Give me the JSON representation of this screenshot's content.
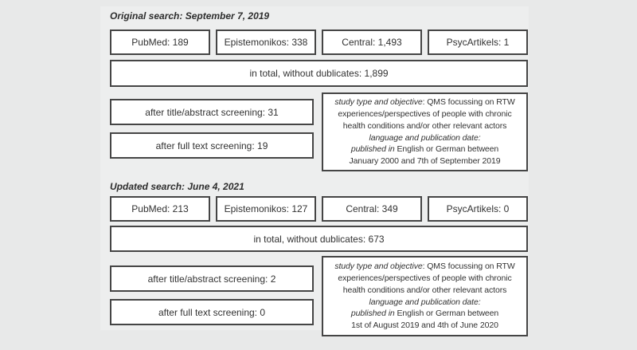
{
  "figure": {
    "colors": {
      "page_bg": "#e8e9e9",
      "panel_bg": "#edeeee",
      "border": "#454545",
      "text": "#323232",
      "hdr_text": "#2d2d2d",
      "box_bg": "#ffffff"
    },
    "sections": [
      {
        "header": "Original search: September 7, 2019",
        "databases": [
          "PubMed: 189",
          "Epistemonikos: 338",
          "Central: 1,493",
          "PsycArtikels: 1"
        ],
        "total": "in total, without dublicates: 1,899",
        "screening": [
          "after title/abstract screening: 31",
          "after full text screening: 19"
        ],
        "criteria_lines": [
          {
            "italic": "study type and objective",
            "plain": ": QMS focussing on RTW"
          },
          {
            "italic": "",
            "plain": "experiences/perspectives of people with chronic"
          },
          {
            "italic": "",
            "plain": "health conditions and/or other relevant actors"
          },
          {
            "italic": "language and publication date:",
            "plain": ""
          },
          {
            "italic": "published in",
            "plain": " English or German between"
          },
          {
            "italic": "",
            "plain": "January 2000 and 7th of September 2019"
          }
        ]
      },
      {
        "header": "Updated search: June 4, 2021",
        "databases": [
          "PubMed: 213",
          "Epistemonikos: 127",
          "Central: 349",
          "PsycArtikels: 0"
        ],
        "total": "in total, without dublicates: 673",
        "screening": [
          "after title/abstract screening: 2",
          "after full text screening: 0"
        ],
        "criteria_lines": [
          {
            "italic": "study type and objective",
            "plain": ": QMS focussing on RTW"
          },
          {
            "italic": "",
            "plain": "experiences/perspectives of people with chronic"
          },
          {
            "italic": "",
            "plain": "health conditions and/or other relevant actors"
          },
          {
            "italic": "language and publication date:",
            "plain": ""
          },
          {
            "italic": "published in",
            "plain": " English or German between"
          },
          {
            "italic": "",
            "plain": "1st of August 2019 and 4th of June 2020"
          }
        ]
      }
    ]
  }
}
